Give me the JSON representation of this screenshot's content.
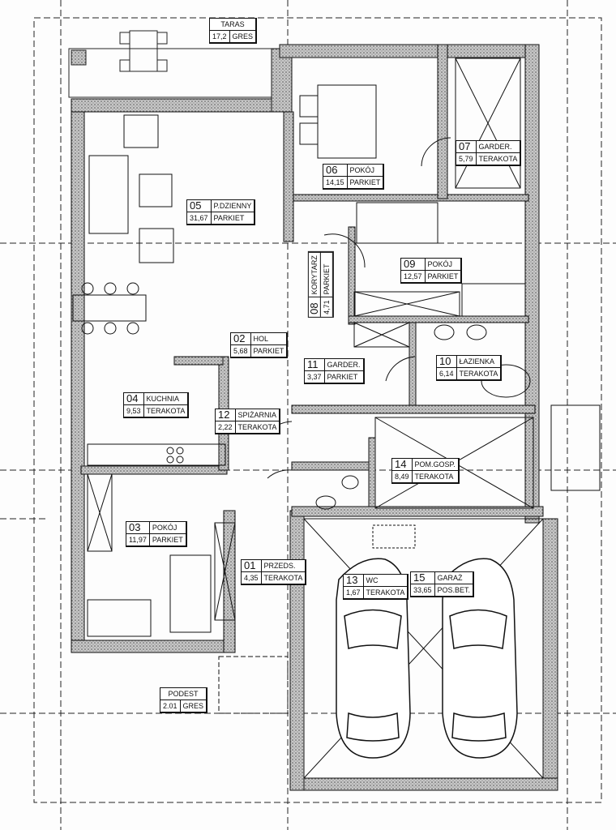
{
  "rooms": [
    {
      "id": "taras",
      "number": "",
      "name": "TARAS",
      "area": "17,2",
      "floor": "GRES"
    },
    {
      "id": "05",
      "number": "05",
      "name": "P.DZIENNY",
      "area": "31,67",
      "floor": "PARKIET"
    },
    {
      "id": "06",
      "number": "06",
      "name": "POKÓJ",
      "area": "14,15",
      "floor": "PARKIET"
    },
    {
      "id": "07",
      "number": "07",
      "name": "GARDER.",
      "area": "5,79",
      "floor": "TERAKOTA"
    },
    {
      "id": "08",
      "number": "08",
      "name": "KORYTARZ",
      "area": "4,71",
      "floor": "PARKIET"
    },
    {
      "id": "09",
      "number": "09",
      "name": "POKÓJ",
      "area": "12,57",
      "floor": "PARKIET"
    },
    {
      "id": "02",
      "number": "02",
      "name": "HOL",
      "area": "5,68",
      "floor": "PARKIET"
    },
    {
      "id": "11",
      "number": "11",
      "name": "GARDER.",
      "area": "3,37",
      "floor": "PARKIET"
    },
    {
      "id": "10",
      "number": "10",
      "name": "ŁAZIENKA",
      "area": "6,14",
      "floor": "TERAKOTA"
    },
    {
      "id": "04",
      "number": "04",
      "name": "KUCHNIA",
      "area": "9,53",
      "floor": "TERAKOTA"
    },
    {
      "id": "12",
      "number": "12",
      "name": "SPIŻARNIA",
      "area": "2,22",
      "floor": "TERAKOTA"
    },
    {
      "id": "14",
      "number": "14",
      "name": "POM.GOSP.",
      "area": "8,49",
      "floor": "TERAKOTA"
    },
    {
      "id": "03",
      "number": "03",
      "name": "POKÓJ",
      "area": "11,97",
      "floor": "PARKIET"
    },
    {
      "id": "01",
      "number": "01",
      "name": "PRZEDS.",
      "area": "4,35",
      "floor": "TERAKOTA"
    },
    {
      "id": "13",
      "number": "13",
      "name": "WC",
      "area": "1,67",
      "floor": "TERAKOTA"
    },
    {
      "id": "15",
      "number": "15",
      "name": "GARAŻ",
      "area": "33,65",
      "floor": "POS.BET."
    },
    {
      "id": "podest",
      "number": "",
      "name": "PODEST",
      "area": "2.01",
      "floor": "GRES"
    }
  ],
  "colors": {
    "wall": "#9a9a9a",
    "line": "#111111"
  }
}
